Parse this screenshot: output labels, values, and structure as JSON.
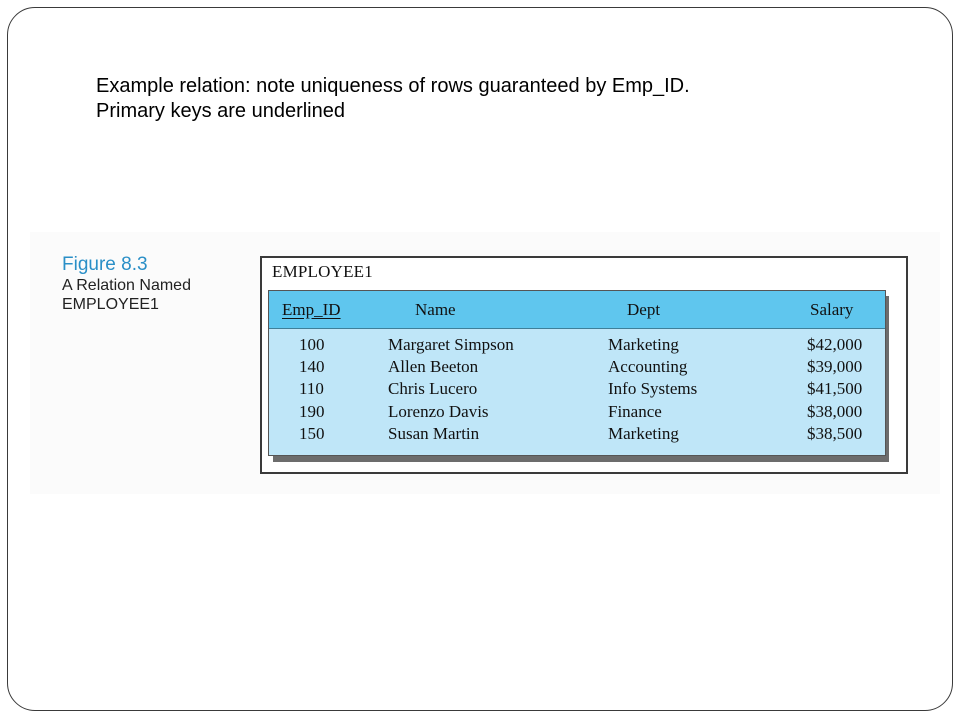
{
  "caption": {
    "line1": "Example relation: note uniqueness of rows  guaranteed by Emp_ID.",
    "line2": "Primary keys are underlined"
  },
  "figure": {
    "number": "Figure 8.3",
    "title_line1": "A Relation Named",
    "title_line2": "EMPLOYEE1"
  },
  "relation": {
    "name": "EMPLOYEE1",
    "headers": [
      "Emp_ID",
      "Name",
      "Dept",
      "Salary"
    ],
    "primary_key": "Emp_ID",
    "rows": [
      [
        "100",
        "Margaret Simpson",
        "Marketing",
        "$42,000"
      ],
      [
        "140",
        "Allen Beeton",
        "Accounting",
        "$39,000"
      ],
      [
        "110",
        "Chris Lucero",
        "Info Systems",
        "$41,500"
      ],
      [
        "190",
        "Lorenzo Davis",
        "Finance",
        "$38,000"
      ],
      [
        "150",
        "Susan Martin",
        "Marketing",
        "$38,500"
      ]
    ]
  },
  "colors": {
    "header_fill": "#5fc6ee",
    "body_fill": "#bfe6f8",
    "figure_number": "#2a8fc7"
  }
}
